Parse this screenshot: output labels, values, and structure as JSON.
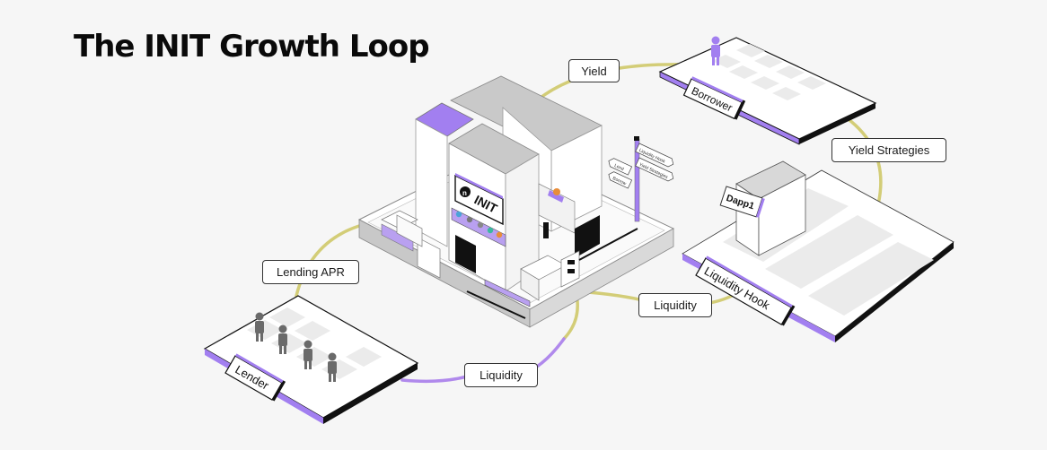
{
  "title": "The INIT Growth Loop",
  "colors": {
    "background": "#f6f6f6",
    "accent_purple": "#a27ff0",
    "loop_yellow": "#d3cd77",
    "loop_purple": "#b089ec",
    "platform_top": "#ffffff",
    "roof_gray": "#c9c9c9",
    "figure_gray": "#6a6a6a"
  },
  "hub": {
    "name": "INIT",
    "logo_icon": "init-logo-icon",
    "signpost": [
      "Liquidity Hook",
      "Yield Strategies",
      "Lend",
      "Borrow"
    ]
  },
  "nodes": {
    "borrower": {
      "label": "Borrower",
      "people": 1
    },
    "lender": {
      "label": "Lender",
      "people": 4
    },
    "liquidity_hook": {
      "label": "Liquidity Hook",
      "dapp_label": "Dapp1"
    }
  },
  "flows": [
    {
      "label": "Yield",
      "from": "INIT",
      "to": "Borrower"
    },
    {
      "label": "Yield Strategies",
      "from": "Borrower",
      "to": "Liquidity Hook"
    },
    {
      "label": "Liquidity",
      "from": "Liquidity Hook",
      "to": "INIT"
    },
    {
      "label": "Liquidity",
      "from": "INIT",
      "to": "Lender"
    },
    {
      "label": "Lending APR",
      "from": "Lender",
      "to": "INIT"
    }
  ]
}
